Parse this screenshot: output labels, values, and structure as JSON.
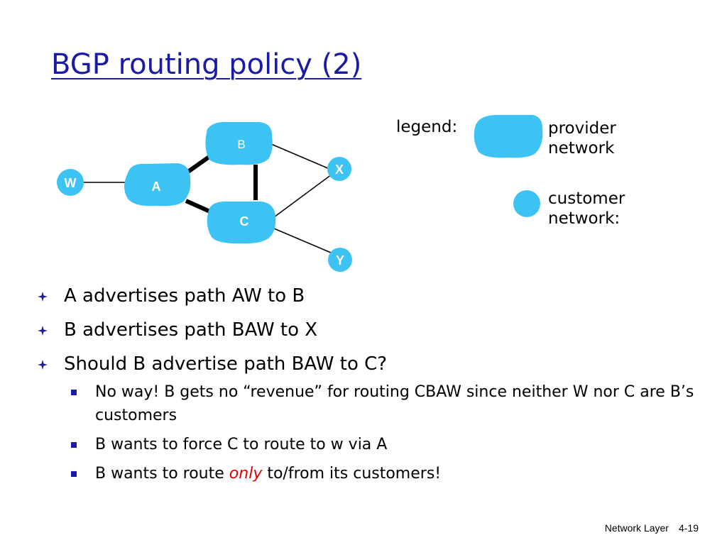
{
  "slide": {
    "title": "BGP routing policy (2)"
  },
  "diagram": {
    "nodes": {
      "W": "W",
      "A": "A",
      "B": "B",
      "C": "C",
      "X": "X",
      "Y": "Y"
    },
    "legend": {
      "heading": "legend:",
      "provider_line1": "provider",
      "provider_line2": "network",
      "customer_line1": "customer",
      "customer_line2": "network:"
    },
    "colors": {
      "cloud_fill": "#3cc3f3",
      "link": "#000000"
    }
  },
  "bullets": [
    {
      "text": "A advertises path AW  to B"
    },
    {
      "text": "B advertises path BAW to X"
    },
    {
      "text": "Should B advertise path BAW to C?",
      "sub": [
        {
          "text": "No way! B gets no “revenue” for routing CBAW since neither W nor C are B’s customers"
        },
        {
          "text": "B wants to force C to route to w via A"
        },
        {
          "before": "B wants to route ",
          "emphasis": "only",
          "after": " to/from its customers!"
        }
      ]
    }
  ],
  "colors": {
    "title": "#1a1aa6",
    "bullet_marker": "#1a1aa6",
    "emphasis": "#e00000"
  },
  "footer": {
    "section": "Network Layer",
    "page": "4-19"
  }
}
